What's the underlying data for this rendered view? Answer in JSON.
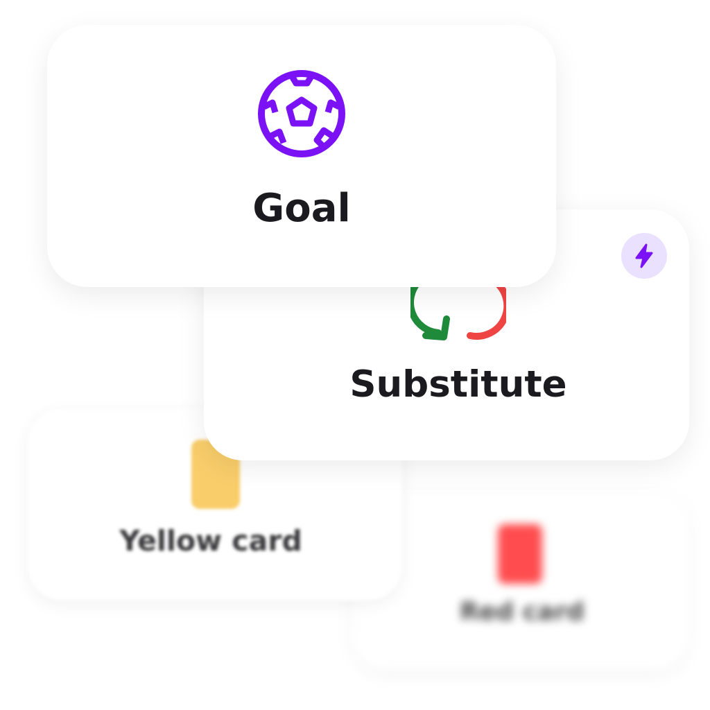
{
  "cards": {
    "goal": {
      "label": "Goal",
      "icon": "soccer-ball-icon",
      "icon_color": "#7b12f5"
    },
    "substitute": {
      "label": "Substitute",
      "icon": "swap-arrows-icon",
      "icon_colors": {
        "in": "#1f8a3a",
        "out": "#ef4444"
      },
      "badge_icon": "lightning-bolt-icon",
      "badge_color": "#7b12f5"
    },
    "yellow_card": {
      "label": "Yellow card",
      "icon": "yellow-card-icon",
      "icon_color": "#f9cd6a"
    },
    "red_card": {
      "label": "Red card",
      "icon": "red-card-icon",
      "icon_color": "#ff4d4f"
    }
  }
}
